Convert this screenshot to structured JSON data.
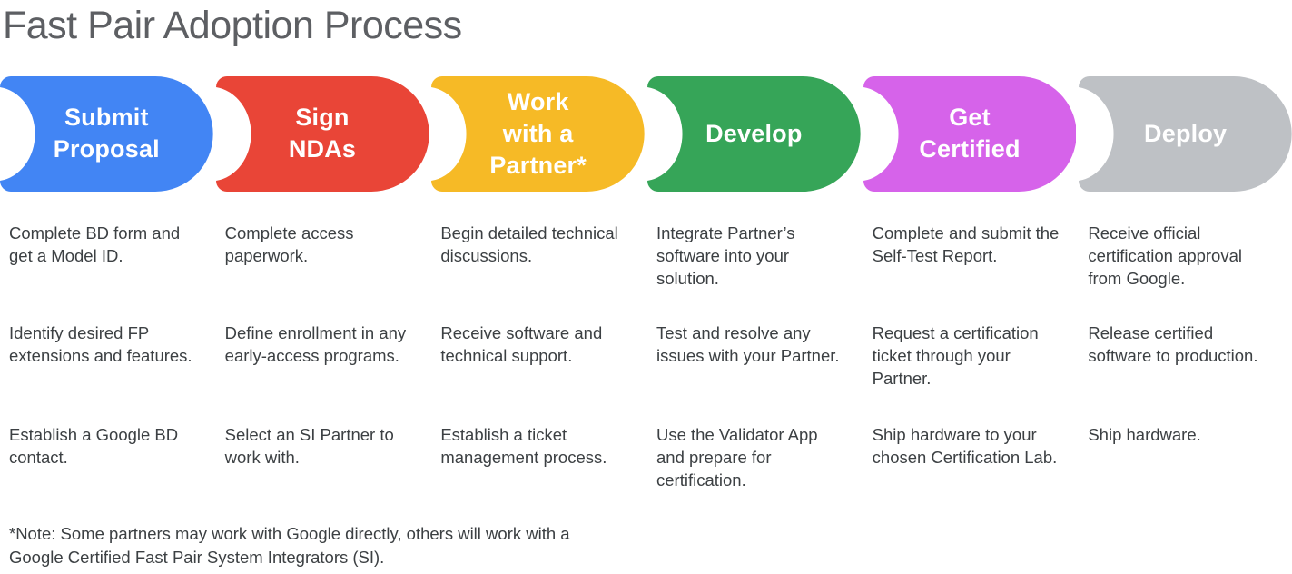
{
  "title": "Fast Pair Adoption Process",
  "steps": [
    {
      "label": "Submit\nProposal",
      "color": "#4285F4",
      "descriptions": [
        "Complete BD form and get a Model ID.",
        "Identify desired FP extensions and features.",
        "Establish a Google BD contact."
      ]
    },
    {
      "label": "Sign\nNDAs",
      "color": "#E94537",
      "descriptions": [
        "Complete access paperwork.",
        "Define enrollment in any early-access programs.",
        "Select an SI Partner to work with."
      ]
    },
    {
      "label": "Work\nwith a\nPartner*",
      "color": "#F6BA26",
      "descriptions": [
        "Begin detailed technical discussions.",
        "Receive software and technical support.",
        "Establish a ticket management process."
      ]
    },
    {
      "label": "Develop",
      "color": "#36A558",
      "descriptions": [
        "Integrate Partner’s software into your solution.",
        "Test and resolve any issues with your Partner.",
        "Use the Validator App and prepare for certification."
      ]
    },
    {
      "label": "Get\nCertified",
      "color": "#D663EA",
      "descriptions": [
        "Complete and submit the Self-Test Report.",
        "Request a certification ticket through your Partner.",
        "Ship hardware to your chosen Certification Lab."
      ]
    },
    {
      "label": "Deploy",
      "color": "#BEC1C5",
      "descriptions": [
        "Receive official certification approval from Google.",
        "Release certified software to production.",
        "Ship hardware."
      ]
    }
  ],
  "footnote": "*Note: Some partners may work with Google directly, others will work with a\nGoogle Certified Fast Pair System Integrators (SI)."
}
